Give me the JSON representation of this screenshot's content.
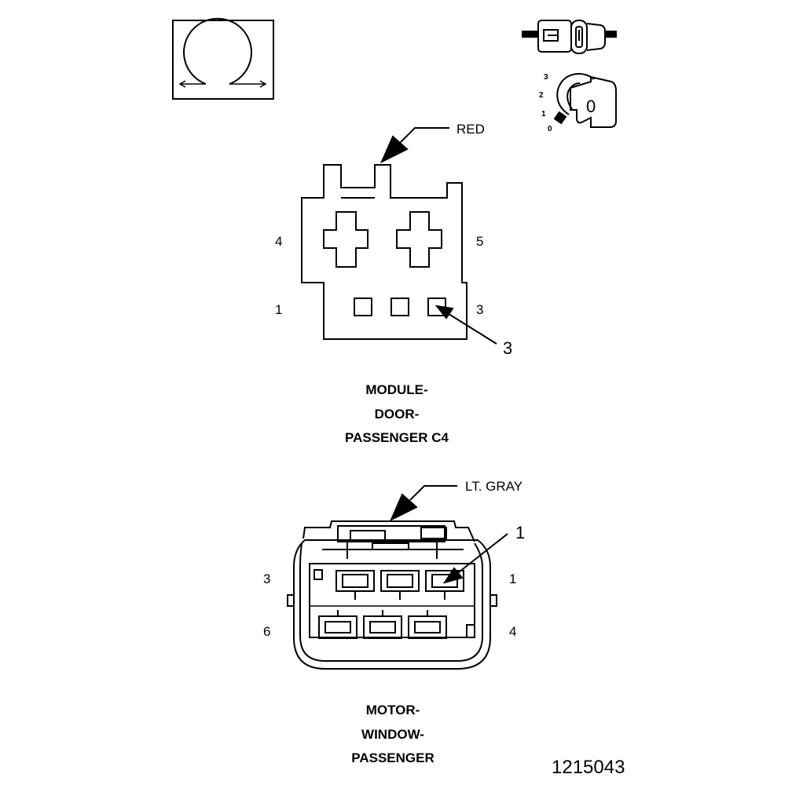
{
  "top_connector": {
    "color_label": "RED",
    "pin_labels": {
      "p4": "4",
      "p5": "5",
      "p1": "1",
      "p3": "3"
    },
    "callout": "3",
    "caption": [
      "MODULE-",
      "DOOR-",
      "PASSENGER C4"
    ]
  },
  "bottom_connector": {
    "color_label": "LT. GRAY",
    "pin_labels": {
      "p3": "3",
      "p1": "1",
      "p6": "6",
      "p4": "4"
    },
    "callout": "1",
    "caption": [
      "MOTOR-",
      "WINDOW-",
      "PASSENGER"
    ]
  },
  "ignition_key": {
    "positions": [
      "3",
      "2",
      "1",
      "0"
    ],
    "key_label": "0"
  },
  "figure_number": "1215043"
}
